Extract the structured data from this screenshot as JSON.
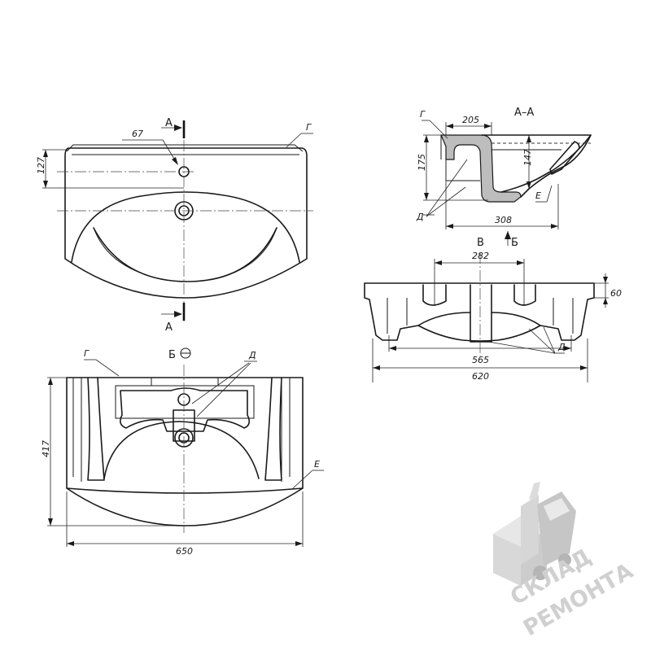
{
  "top_view": {
    "section_label_top": "А",
    "section_label_bottom": "А",
    "dim_depth": "127",
    "dim_hole_offset": "67",
    "callout_rim": "Г"
  },
  "front_view": {
    "view_label": "Б",
    "dim_height": "417",
    "dim_width": "650",
    "callout_rim": "Г",
    "callout_mount": "Д",
    "callout_edge": "Е"
  },
  "section_view": {
    "title": "А–А",
    "dim_top": "205",
    "dim_height": "175",
    "dim_depth": "147",
    "dim_overall": "308",
    "callout_rim": "Г",
    "callout_mount": "Д",
    "callout_edge": "Е"
  },
  "side_view": {
    "view_label_left": "В",
    "view_label_right": "Б",
    "dim_holes": "282",
    "dim_rim": "60",
    "dim_inner": "565",
    "dim_overall": "620",
    "callout_mount": "Д"
  },
  "watermark": {
    "line1": "СКЛАД",
    "line2": "РЕМОНТА",
    "icon": "forklift-icon"
  }
}
